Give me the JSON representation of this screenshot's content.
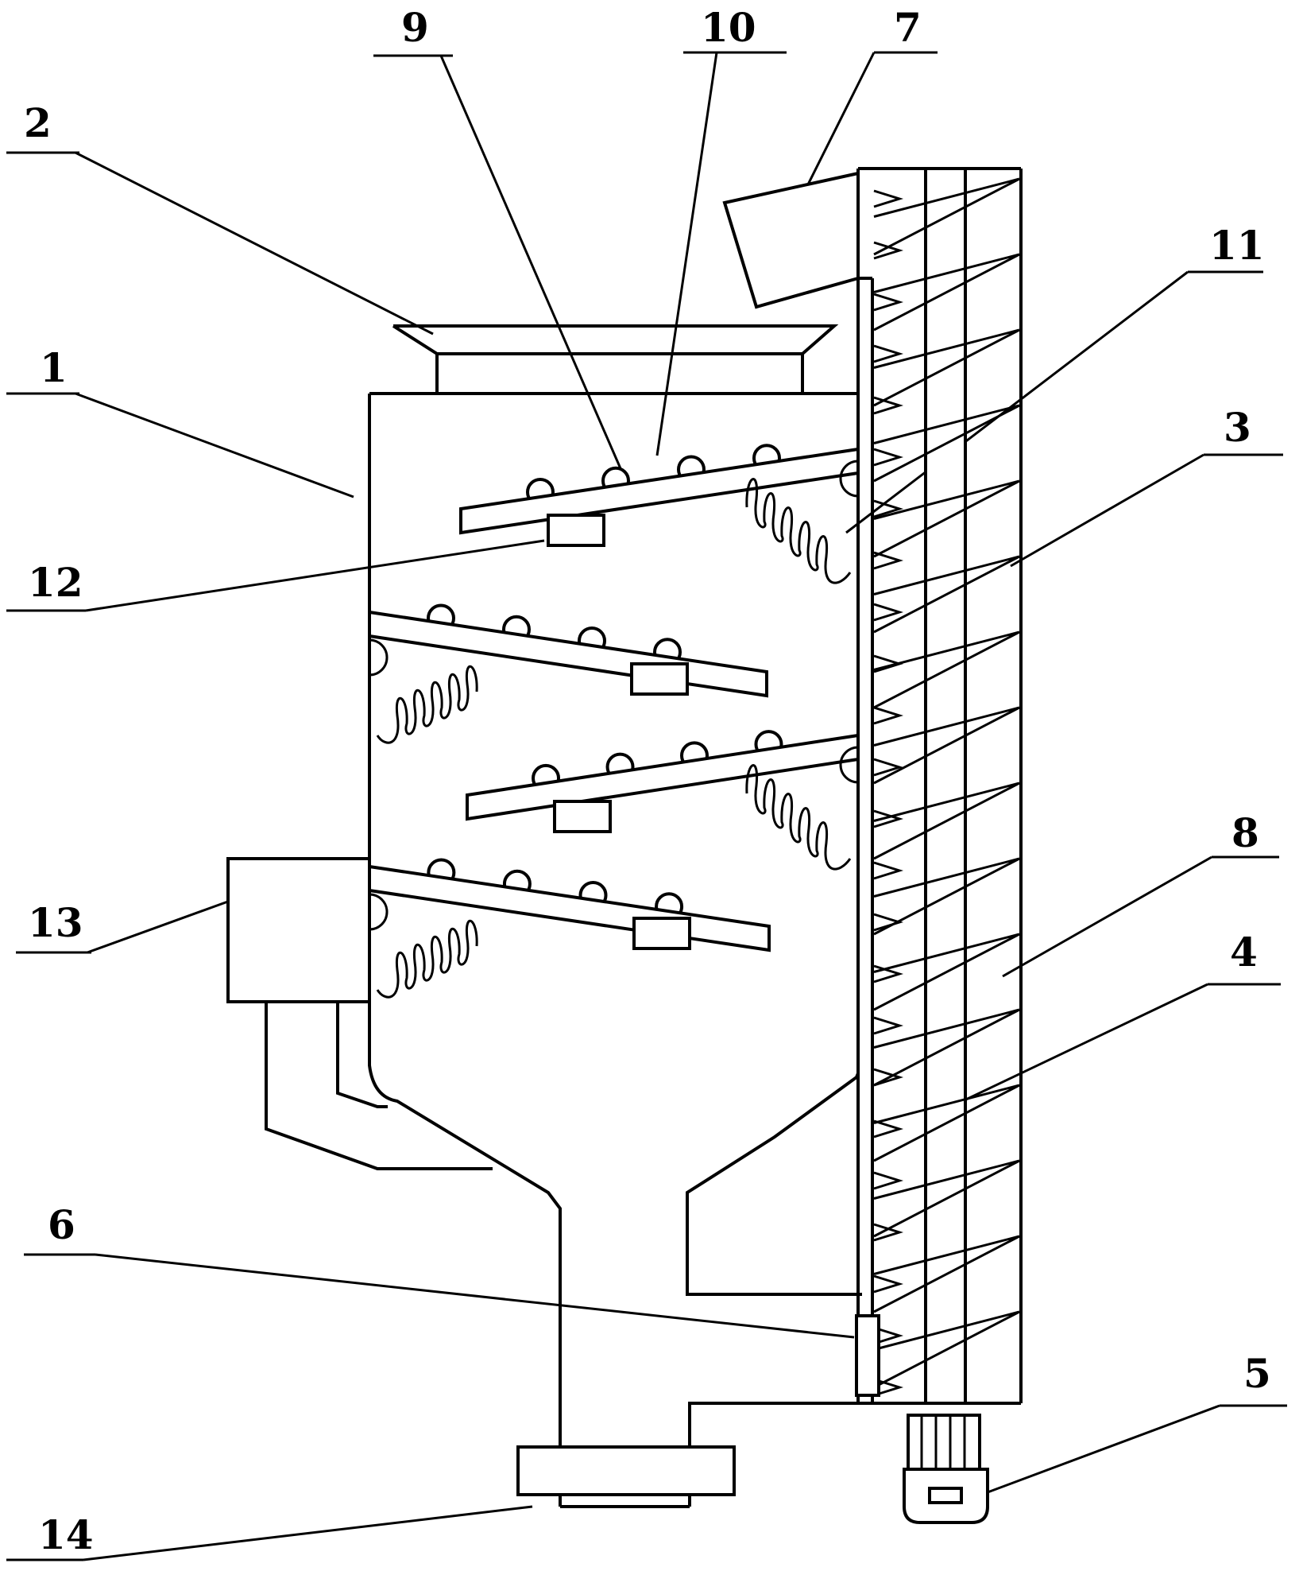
{
  "colors": {
    "ink": "#000000",
    "paper": "#ffffff"
  },
  "labels": {
    "l1": "1",
    "l2": "2",
    "l3": "3",
    "l4": "4",
    "l5": "5",
    "l6": "6",
    "l7": "7",
    "l8": "8",
    "l9": "9",
    "l10": "10",
    "l11": "11",
    "l12": "12",
    "l13": "13",
    "l14": "14"
  }
}
